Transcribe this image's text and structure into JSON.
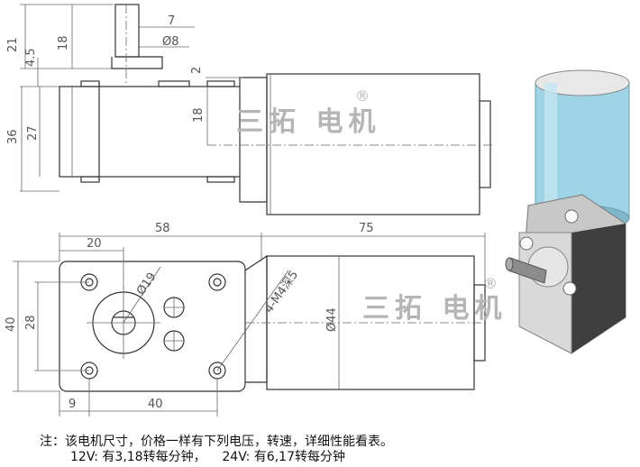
{
  "watermark": {
    "text": "三拓 电机",
    "registered_mark": "®"
  },
  "dimensions": {
    "top_view": {
      "d21": "21",
      "d4_5": "4.5",
      "d18_shaft": "18",
      "d7": "7",
      "d_phi8": "Ø8",
      "d2": "2",
      "d18_right": "18",
      "d36": "36",
      "d27": "27"
    },
    "front_view": {
      "d58": "58",
      "d75": "75",
      "d20": "20",
      "d_phi19": "Ø19",
      "d_phi44": "Ø44",
      "d_m4": "4-M4深5",
      "d40_left": "40",
      "d28": "28",
      "d9": "9",
      "d40_bottom": "40"
    }
  },
  "notes": {
    "line1": "注：该电机尺寸，价格一样有下列电压，转速，详细性能看表。",
    "line2": "12V: 有3,18转每分钟，    24V: 有6,17转每分钟"
  },
  "colors": {
    "motor_can": "#9fd3e6",
    "gearbox": "#c8c8c8",
    "shaft": "#8c8c8c",
    "line": "#333333",
    "watermark": "#b5b5b5"
  }
}
